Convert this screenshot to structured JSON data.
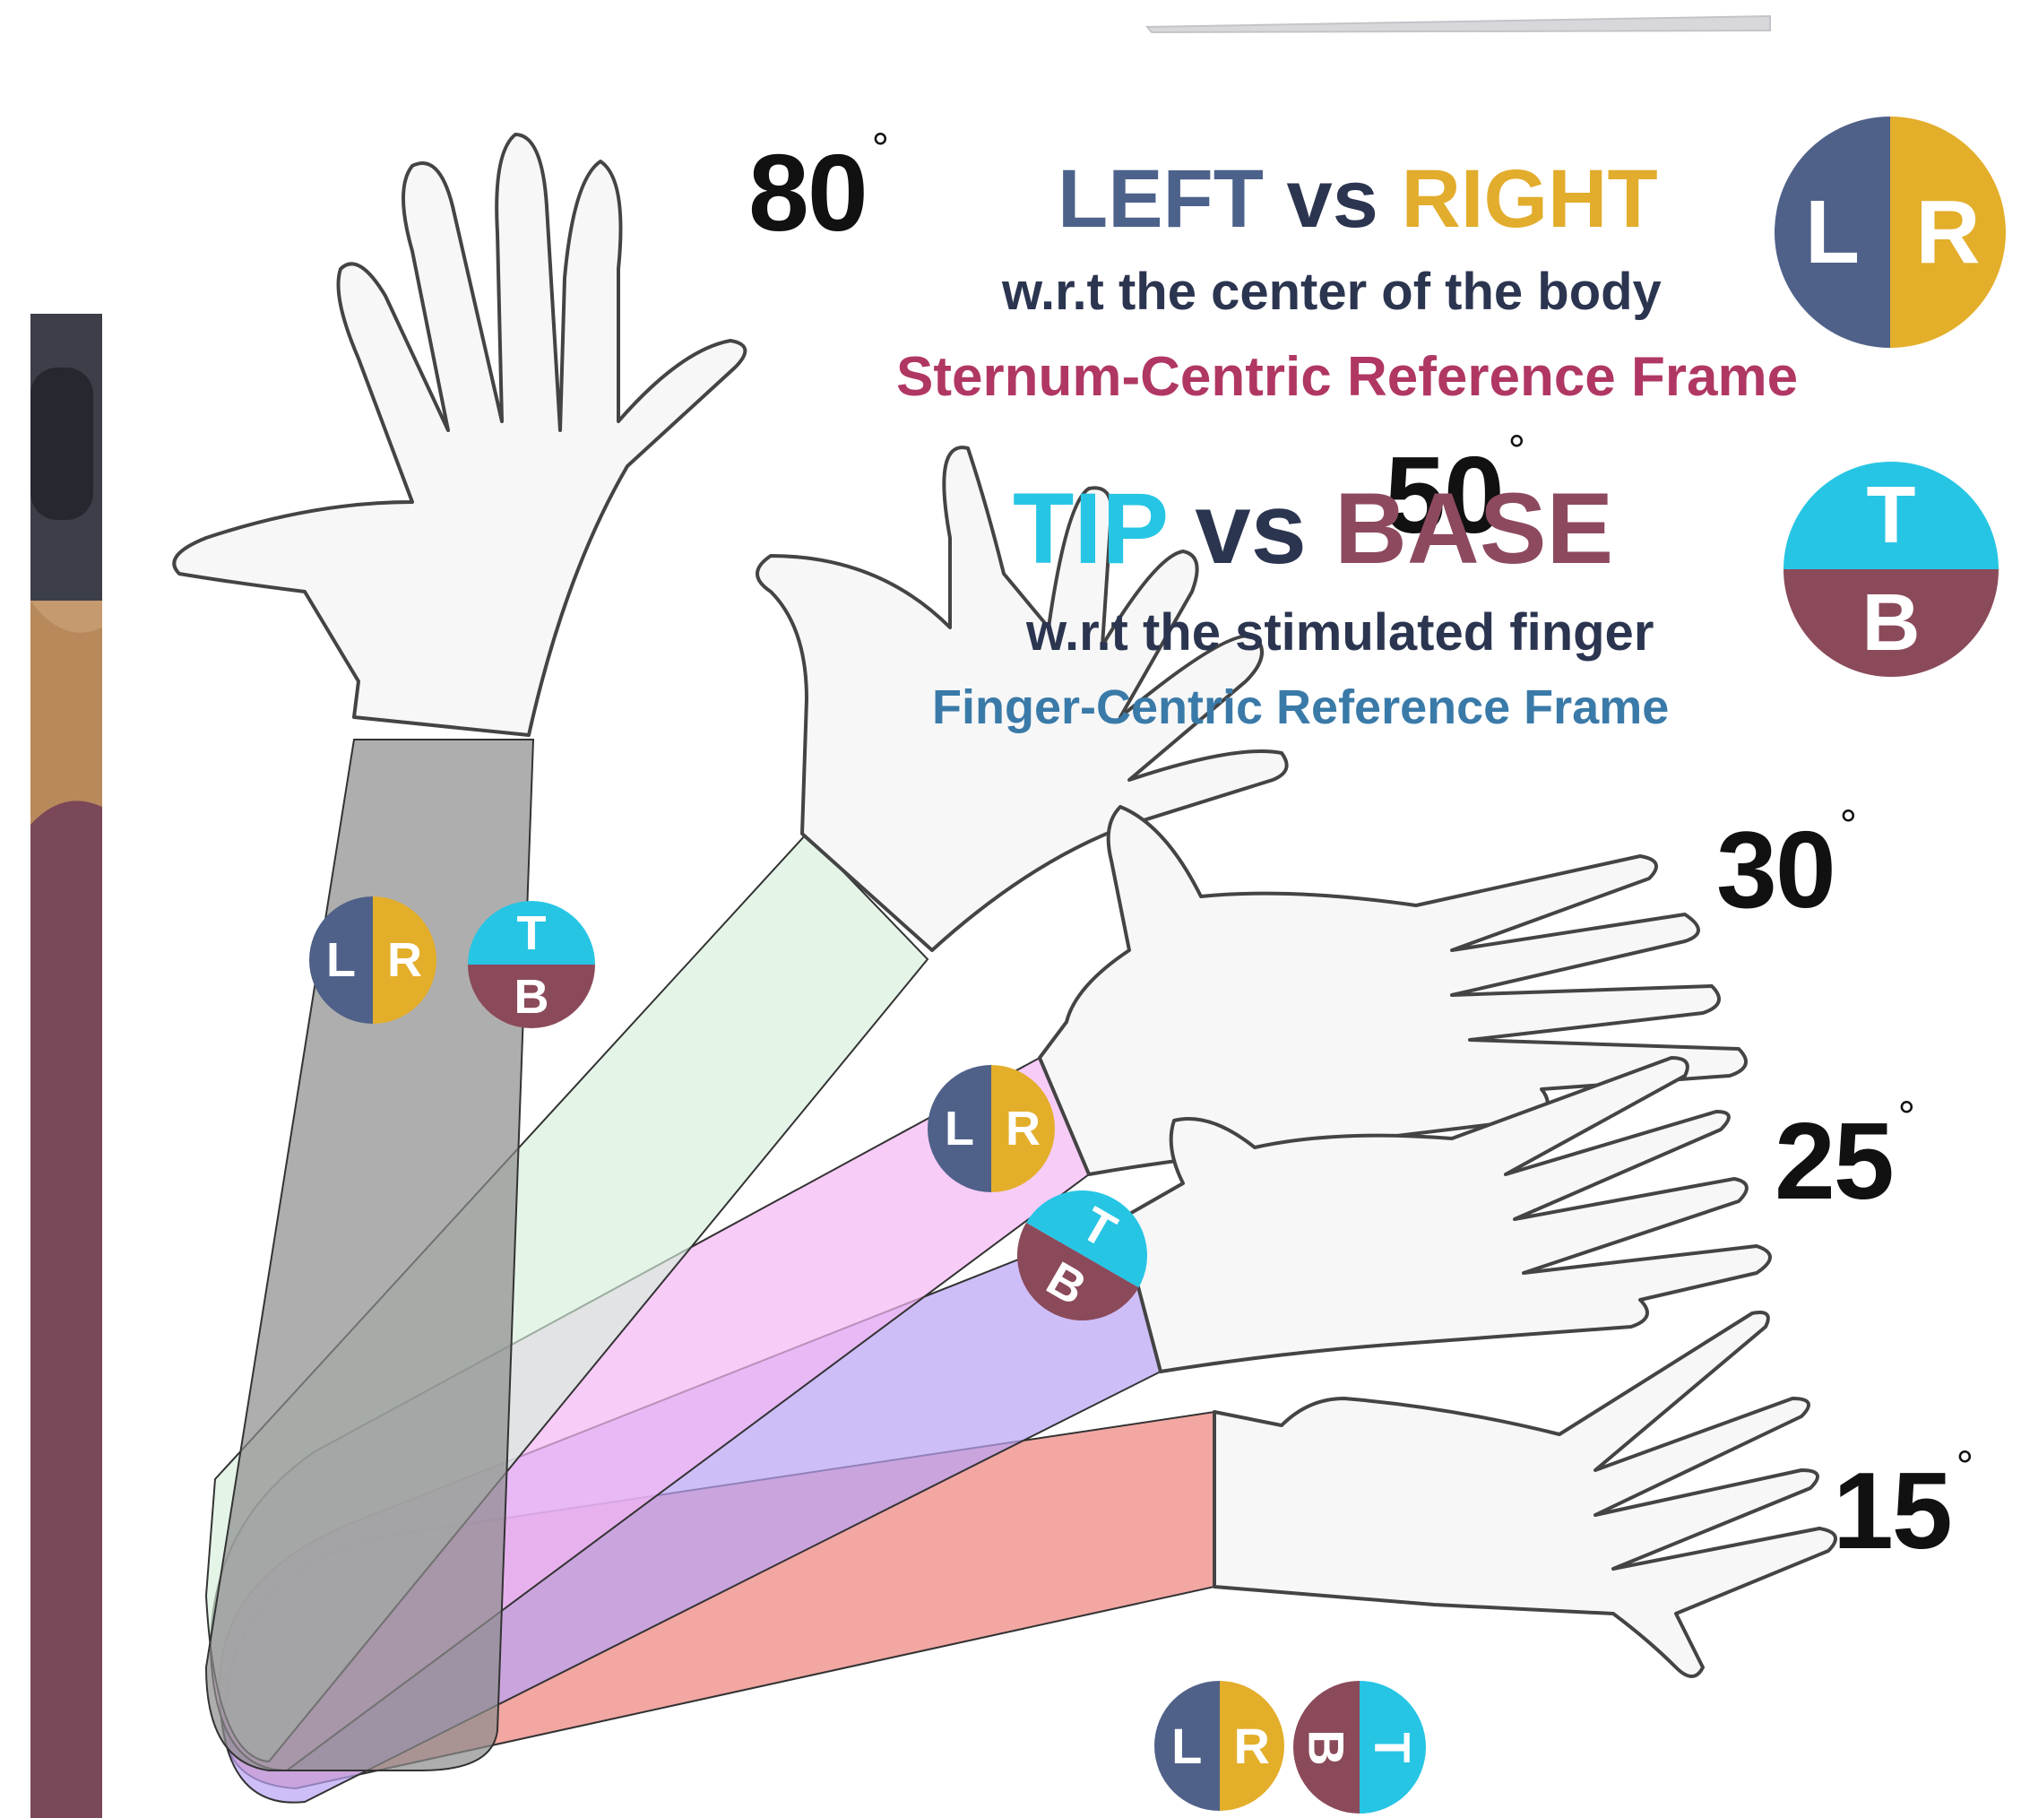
{
  "angles": {
    "a80": "80",
    "a50": "50",
    "a30": "30",
    "a25": "25",
    "a15": "15",
    "degree": "°"
  },
  "legend": {
    "lr_title": {
      "left": "LEFT",
      "vs": "vs",
      "right": "RIGHT"
    },
    "lr_subtitle": "w.r.t the center of the body",
    "lr_frame": "Sternum-Centric Reference Frame",
    "tb_title": {
      "tip": "TIP",
      "vs": "vs",
      "base": "BASE"
    },
    "tb_subtitle": "w.r.t the stimulated finger",
    "tb_frame": "Finger-Centric Reference Frame"
  },
  "badge_letters": {
    "left": "L",
    "right": "R",
    "tip": "T",
    "base": "B"
  },
  "colors": {
    "left": "#4f6189",
    "right": "#e3ae2a",
    "tip": "#27c5e4",
    "base": "#8b4a5a",
    "frame_sternum": "#b03763",
    "frame_finger": "#3a7aa8",
    "arm_80": "#8c8c8c",
    "arm_50": "#d6efdc",
    "arm_30": "#f3b6f3",
    "arm_25": "#b9a3f5",
    "arm_15": "#ee8a84"
  }
}
